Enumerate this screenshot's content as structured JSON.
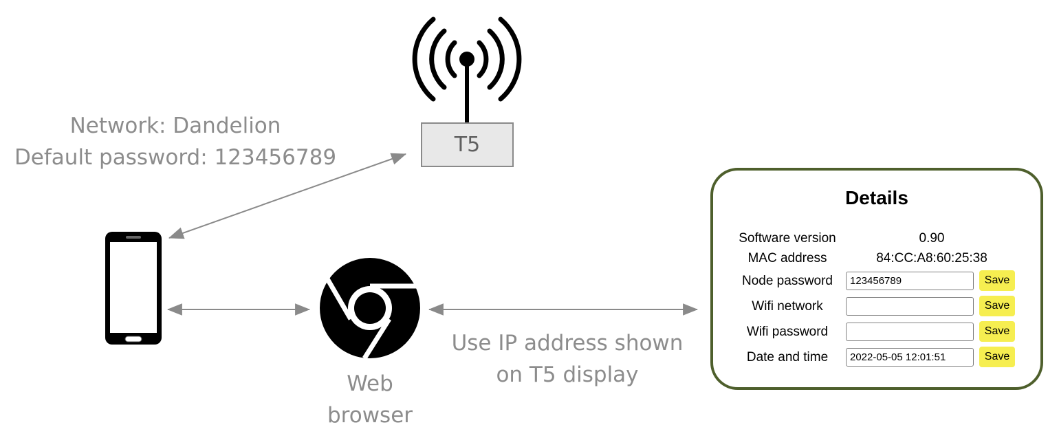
{
  "antenna": {
    "label": "T5"
  },
  "network": {
    "line1": "Network: Dandelion",
    "line2": "Default password: 123456789"
  },
  "browser": {
    "label_line1": "Web",
    "label_line2": "browser"
  },
  "ip_note": {
    "line1": "Use IP address shown",
    "line2": "on T5 display"
  },
  "details": {
    "title": "Details",
    "software_version": {
      "label": "Software version",
      "value": "0.90"
    },
    "mac_address": {
      "label": "MAC address",
      "value": "84:CC:A8:60:25:38"
    },
    "node_password": {
      "label": "Node password",
      "value": "123456789",
      "save": "Save"
    },
    "wifi_network": {
      "label": "Wifi network",
      "value": "",
      "save": "Save"
    },
    "wifi_password": {
      "label": "Wifi password",
      "value": "",
      "save": "Save"
    },
    "date_time": {
      "label": "Date and time",
      "value": "2022-05-05 12:01:51",
      "save": "Save"
    }
  },
  "colors": {
    "arrow": "#8a8a8a",
    "panel_border": "#4e5f2c",
    "save_button": "#f6ee50",
    "label_text": "#8c8c8c"
  },
  "icons": [
    "antenna-icon",
    "smartphone-icon",
    "chrome-browser-icon"
  ]
}
